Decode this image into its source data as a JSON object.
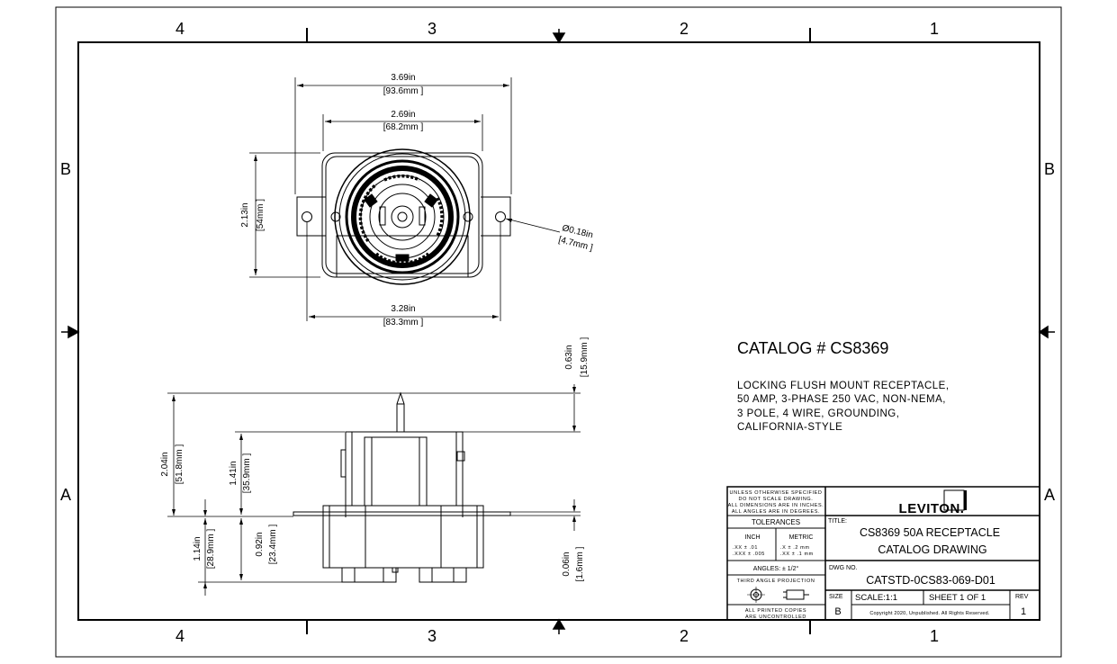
{
  "zones": {
    "columns": [
      "4",
      "3",
      "2",
      "1"
    ],
    "rows": [
      "B",
      "A"
    ]
  },
  "top_view": {
    "dims": {
      "overall_width": {
        "in": "3.69in",
        "mm": "[93.6mm ]"
      },
      "body_width": {
        "in": "2.69in",
        "mm": "[68.2mm ]"
      },
      "height": {
        "in": "2.13in",
        "mm": "[54mm ]"
      },
      "hole_spacing": {
        "in": "3.28in",
        "mm": "[83.3mm ]"
      },
      "hole_dia": {
        "in": "Ø0.18in",
        "mm": "[4.7mm ]"
      }
    }
  },
  "side_view": {
    "dims": {
      "pin_height": {
        "in": "0.63in",
        "mm": "[15.9mm ]"
      },
      "total_height": {
        "in": "2.04in",
        "mm": "[51.8mm ]"
      },
      "upper_height": {
        "in": "1.41in",
        "mm": "[35.9mm ]"
      },
      "base_height": {
        "in": "1.14in",
        "mm": "[28.9mm ]"
      },
      "flange_to_bottom": {
        "in": "0.92in",
        "mm": "[23.4mm ]"
      },
      "flange_thickness": {
        "in": "0.06in",
        "mm": "[1.6mm ]"
      }
    }
  },
  "catalog": {
    "number": "CATALOG # CS8369",
    "description": [
      "LOCKING FLUSH MOUNT RECEPTACLE,",
      "50 AMP, 3-PHASE 250 VAC, NON-NEMA,",
      "3 POLE, 4 WIRE, GROUNDING,",
      "CALIFORNIA-STYLE"
    ]
  },
  "title_block": {
    "notes": [
      "UNLESS OTHERWISE SPECIFIED",
      "DO NOT SCALE DRAWING.",
      "ALL DIMENSIONS ARE IN INCHES.",
      "ALL ANGLES ARE IN DEGREES."
    ],
    "tolerances_label": "TOLERANCES",
    "inch_label": "INCH",
    "metric_label": "METRIC",
    "inch_tol": [
      ".XX  ±  .01",
      ".XXX  ±  .005"
    ],
    "metric_tol": [
      ".X   ±  .2 mm",
      ".XX  ±  .1 mm"
    ],
    "angles": "ANGLES: ±  1/2°",
    "projection": "THIRD ANGLE PROJECTION",
    "printed_copies": [
      "ALL PRINTED COPIES",
      "ARE UNCONTROLLED"
    ],
    "logo": "LEVITON.",
    "title_label": "TITLE:",
    "title_lines": [
      "CS8369 50A RECEPTACLE",
      "CATALOG DRAWING"
    ],
    "dwg_label": "DWG NO.",
    "dwg_no": "CATSTD-0CS83-069-D01",
    "size_label": "SIZE",
    "size": "B",
    "scale": "SCALE:1:1",
    "sheet": "SHEET 1 OF 1",
    "rev_label": "REV",
    "rev": "1",
    "copyright": "Copyright 2020, Unpublished. All Rights Reserved."
  }
}
